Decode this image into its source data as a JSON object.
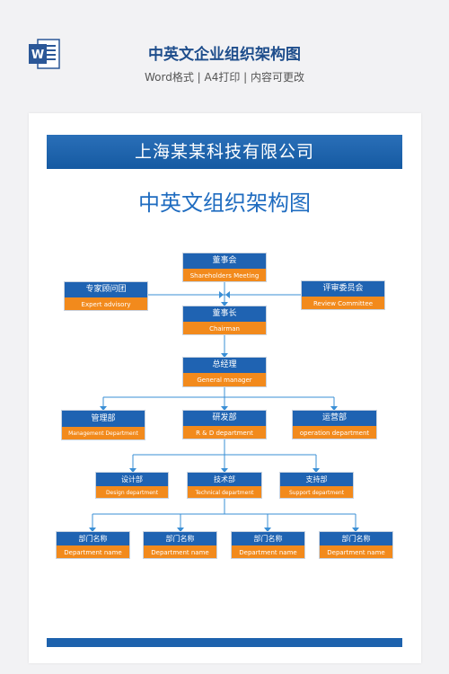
{
  "header": {
    "title": "中英文企业组织架构图",
    "subtitle": "Word格式 | A4打印 | 内容可更改",
    "app_icon": "word-icon",
    "app_icon_letter": "W"
  },
  "document": {
    "company": "上海某某科技有限公司",
    "chart_title": "中英文组织架构图"
  },
  "org": {
    "board": {
      "cn": "董事会",
      "en": "Shareholders Meeting"
    },
    "advisory": {
      "cn": "专家顾问团",
      "en": "Expert advisory"
    },
    "review": {
      "cn": "评审委员会",
      "en": "Review Committee"
    },
    "chairman": {
      "cn": "董事长",
      "en": "Chairman"
    },
    "gm": {
      "cn": "总经理",
      "en": "General manager"
    },
    "management": {
      "cn": "管理部",
      "en": "Management Department"
    },
    "rd": {
      "cn": "研发部",
      "en": "R & D department"
    },
    "operation": {
      "cn": "运营部",
      "en": "operation department"
    },
    "design": {
      "cn": "设计部",
      "en": "Design department"
    },
    "technical": {
      "cn": "技术部",
      "en": "Technical department"
    },
    "support": {
      "cn": "支持部",
      "en": "Support department"
    },
    "dept1": {
      "cn": "部门名称",
      "en": "Department name"
    },
    "dept2": {
      "cn": "部门名称",
      "en": "Department name"
    },
    "dept3": {
      "cn": "部门名称",
      "en": "Department name"
    },
    "dept4": {
      "cn": "部门名称",
      "en": "Department name"
    }
  },
  "colors": {
    "box_top": "#1f63b2",
    "box_bottom": "#f28a1c",
    "connector": "#3a8fd6",
    "banner": "#1d62ad"
  }
}
